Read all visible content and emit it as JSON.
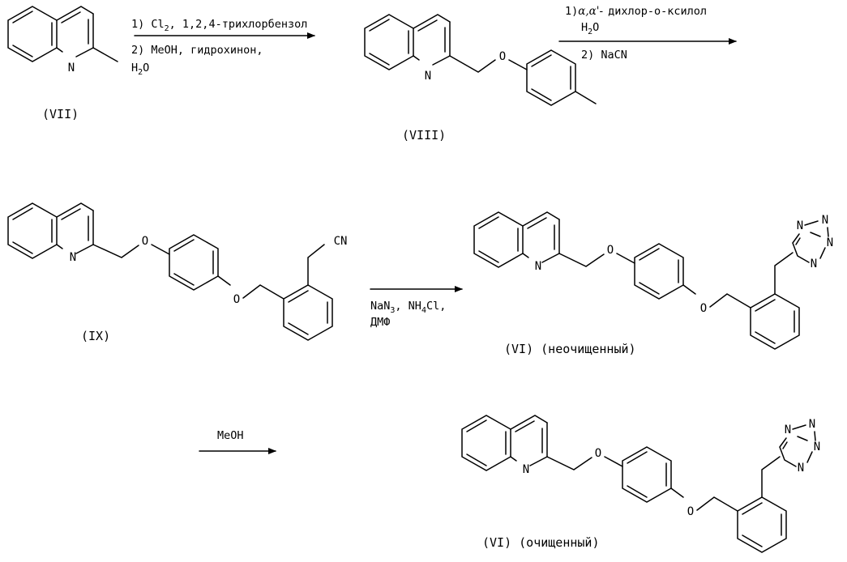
{
  "atoms": {
    "nitrogen": "N",
    "oxygen": "O",
    "cyano": "CN"
  },
  "reactions": {
    "r1": {
      "line1": "1) Cl",
      "line1_sub": "2",
      "line1_rest": ", 1,2,4-трихлорбензол",
      "line2": "2) MeOH, гидрохинон,",
      "line3": "H",
      "line3_sub": "2",
      "line3_rest": "O"
    },
    "r2": {
      "line1_num": "1)",
      "line1_greek": "α,α'-",
      "line1_rest": "дихлор-о-ксилол",
      "line2": "H",
      "line2_sub": "2",
      "line2_rest": "O",
      "line3": "2) NaCN"
    },
    "r3": {
      "line1": "NaN",
      "line1_sub": "3",
      "line1_mid": ", NH",
      "line1_sub2": "4",
      "line1_rest": "Cl,",
      "line2": "ДМФ"
    },
    "r4": {
      "line1": "MeOH"
    }
  },
  "compounds": {
    "c7": "(VII)",
    "c8": "(VIII)",
    "c9": "(IX)",
    "c6_crude": "(VI) (неочищенный)",
    "c6_pure": "(VI) (очищенный)"
  }
}
